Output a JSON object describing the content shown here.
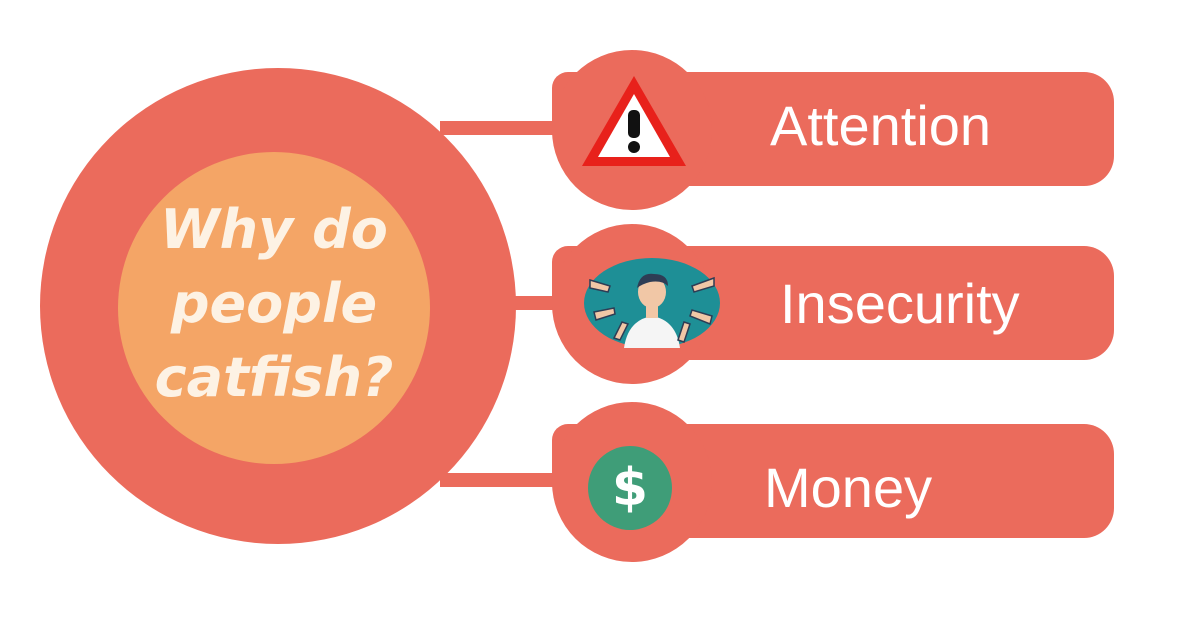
{
  "question": {
    "lines": [
      "Why do",
      "people",
      "catfish?"
    ]
  },
  "reasons": [
    {
      "label": "Attention",
      "icon": "warning-triangle-icon"
    },
    {
      "label": "Insecurity",
      "icon": "pointing-fingers-person-icon"
    },
    {
      "label": "Money",
      "icon": "dollar-icon",
      "icon_text": "$"
    }
  ],
  "colors": {
    "primary": "#EB6B5C",
    "inner": "#F4A566",
    "question_text": "#FDF2E4",
    "money_green": "#3F9D78",
    "insecurity_bg": "#1E8F96"
  }
}
